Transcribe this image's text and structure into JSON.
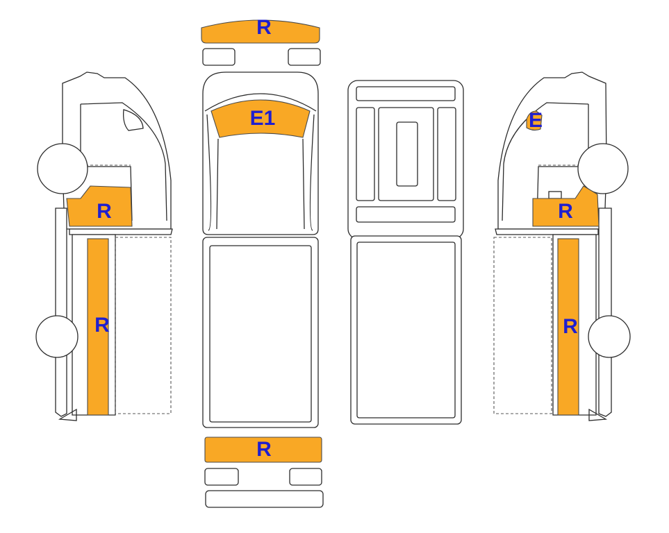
{
  "colors": {
    "zone_fill": "#F9A825",
    "label": "#1F1FCF",
    "outline": "#2b2b2b",
    "background": "#ffffff"
  },
  "zones": [
    {
      "id": "front-bumper",
      "label": "R"
    },
    {
      "id": "windshield",
      "label": "E1"
    },
    {
      "id": "left-door-lower",
      "label": "R"
    },
    {
      "id": "left-side-body",
      "label": "R"
    },
    {
      "id": "right-window",
      "label": "E"
    },
    {
      "id": "right-door-lower",
      "label": "R"
    },
    {
      "id": "right-side-body",
      "label": "R"
    },
    {
      "id": "rear-bumper",
      "label": "R"
    }
  ]
}
